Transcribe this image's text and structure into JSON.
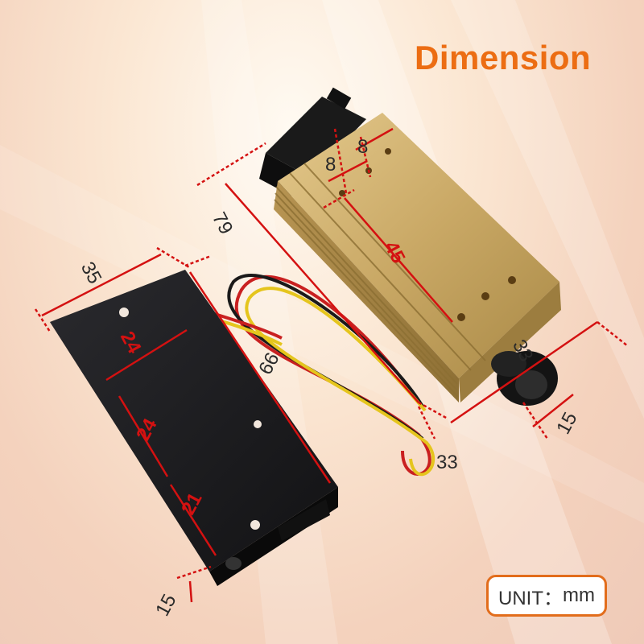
{
  "title": "Dimension",
  "unit": {
    "label": "UNIT：",
    "value": "mm"
  },
  "dimensions": {
    "plate_width": "35",
    "plate_hole_spacing_horizontal": "24",
    "plate_length": "66",
    "plate_hole_spacing_vertical_1": "24",
    "plate_hole_spacing_vertical_2": "21",
    "plate_edge_offset": "15",
    "module_length": "79",
    "top_hole_spacing_1": "8",
    "top_hole_spacing_2": "8",
    "top_hole_spacing_long": "45",
    "module_width": "33",
    "module_height": "33",
    "knob_offset": "15"
  },
  "colors": {
    "title": "#ec6d13",
    "dimension_lines": "#d41111",
    "unit_border": "#e26d1c",
    "heatsink": "#c9a865",
    "plate": "#1c1c1e"
  }
}
